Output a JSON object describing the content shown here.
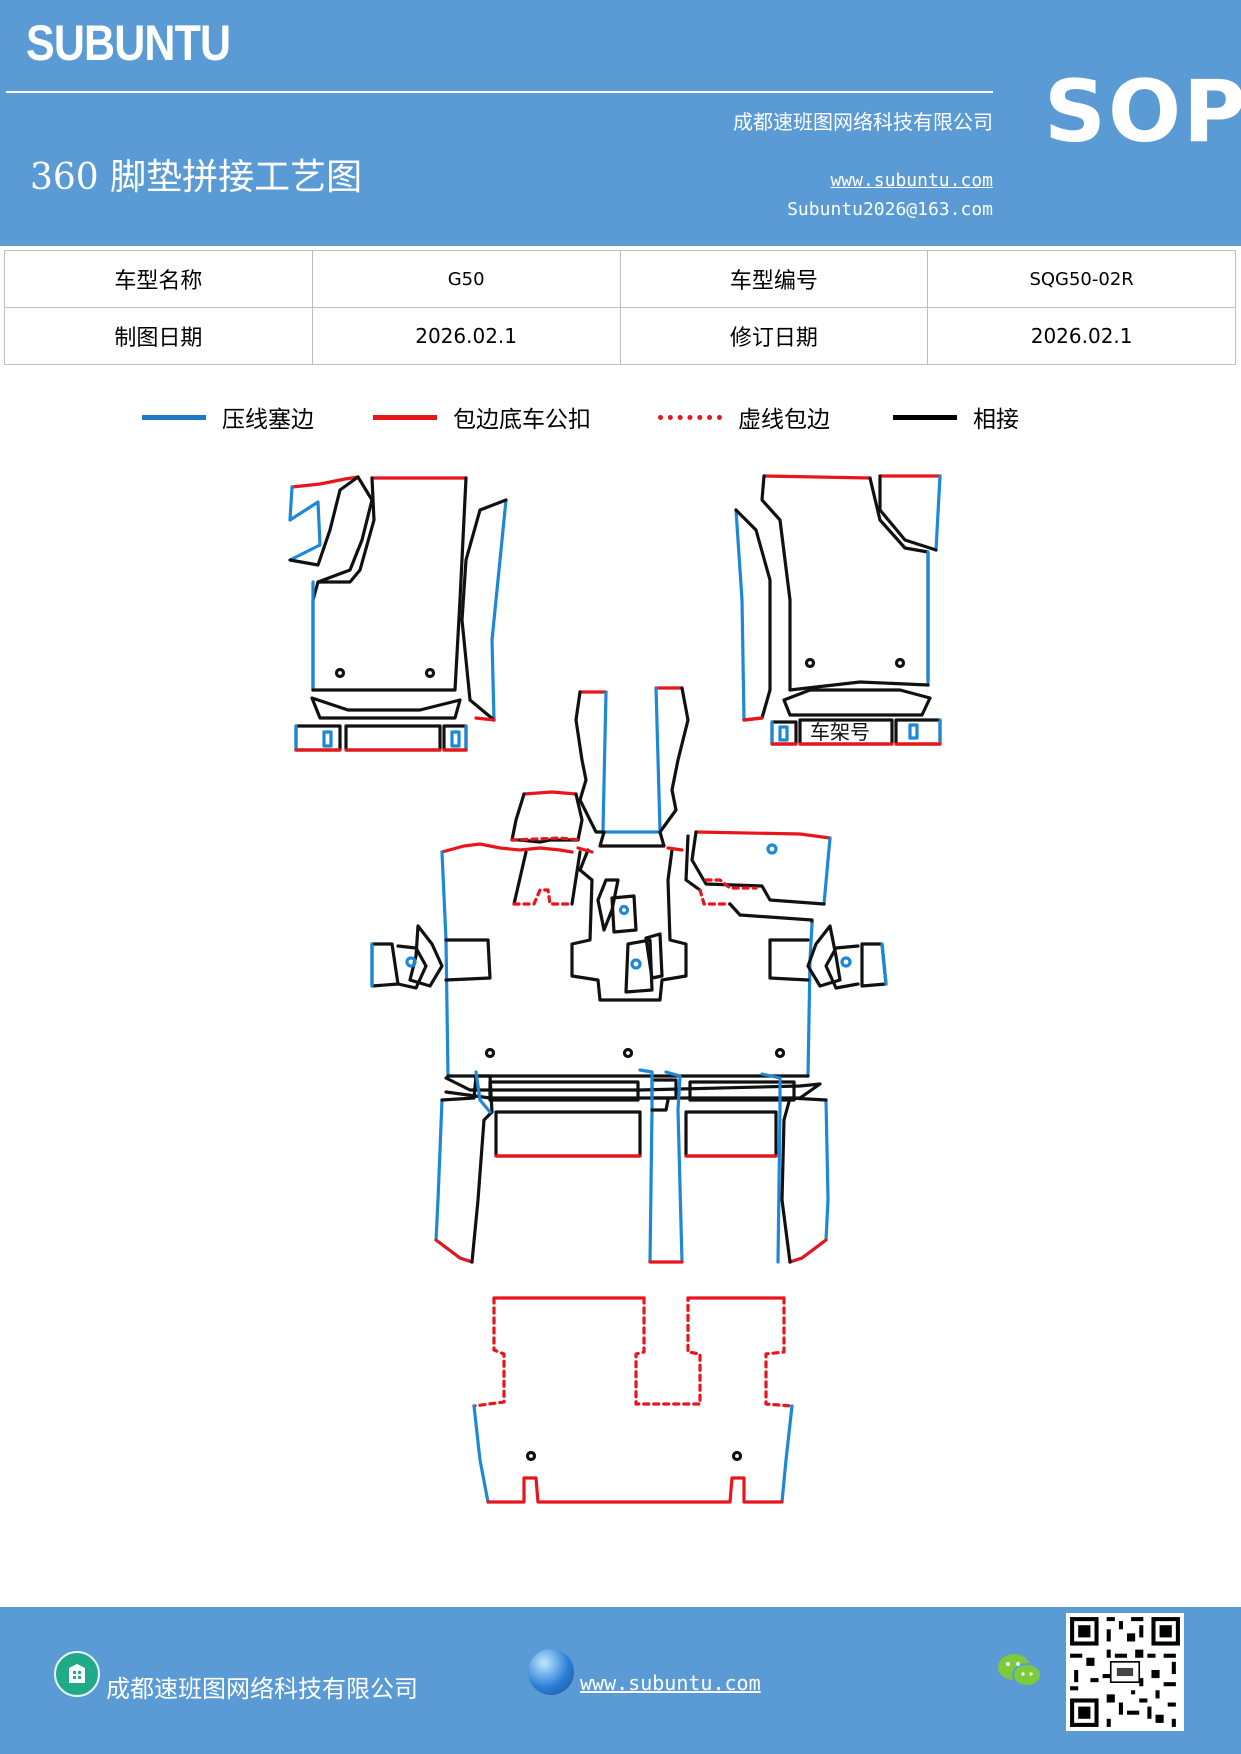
{
  "header": {
    "brand": "SUBUNTU",
    "badge": "SOP",
    "title": "360 脚垫拼接工艺图",
    "company": "成都速班图网络科技有限公司",
    "website": "www.subuntu.com",
    "email": "Subuntu2026@163.com"
  },
  "info_table": {
    "rows": [
      {
        "label1": "车型名称",
        "value1": "G50",
        "label2": "车型编号",
        "value2": "SQG50-02R"
      },
      {
        "label1": "制图日期",
        "value1": "2026.02.1",
        "label2": "修订日期",
        "value2": "2026.02.1"
      }
    ]
  },
  "legend": [
    {
      "label": "压线塞边",
      "color": "#1f77c8",
      "style": "solid"
    },
    {
      "label": "包边底车公扣",
      "color": "#e8151b",
      "style": "solid"
    },
    {
      "label": "虚线包边",
      "color": "#e8151b",
      "style": "dotted"
    },
    {
      "label": "相接",
      "color": "#000000",
      "style": "solid"
    }
  ],
  "drawing": {
    "frame_label": "车架号",
    "colors": {
      "blue": "#1e88d8",
      "red": "#e8151b",
      "black": "#111111"
    }
  },
  "footer": {
    "company": "成都速班图网络科技有限公司",
    "website": "www.subuntu.com",
    "icons": [
      "building-icon",
      "globe-icon",
      "wechat-icon",
      "qr-code"
    ]
  }
}
